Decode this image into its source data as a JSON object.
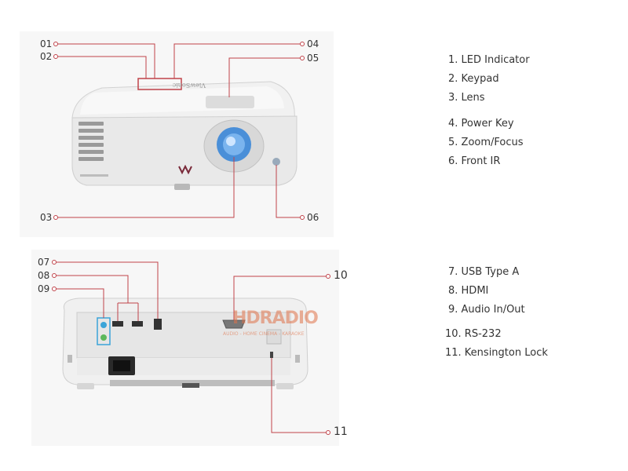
{
  "front_view": {
    "callouts": [
      "01",
      "02",
      "03",
      "04",
      "05",
      "06"
    ]
  },
  "rear_view": {
    "callouts": [
      "07",
      "08",
      "09",
      "10",
      "11"
    ]
  },
  "legend_front": [
    "1. LED Indicator",
    "2. Keypad",
    "3. Lens",
    "4. Power Key",
    "5. Zoom/Focus",
    "6. Front IR"
  ],
  "legend_rear": [
    "7. USB Type A",
    "8. HDMI",
    "9. Audio In/Out",
    "10. RS-232",
    "11. Kensington Lock"
  ],
  "watermark": {
    "logo": "HDRADIO",
    "tagline": "AUDIO - HOME CINEMA - KARAOKE"
  },
  "colors": {
    "callout_line": "#c0434a",
    "body": "#eeeeee",
    "lens": "#4a8fd8"
  }
}
